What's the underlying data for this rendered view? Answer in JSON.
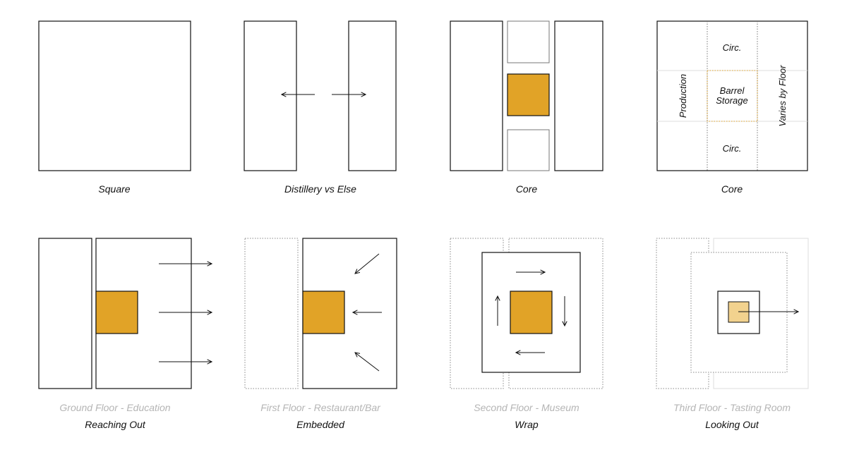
{
  "colors": {
    "accent": "#E1A327",
    "accent_light": "#F2D28E",
    "line": "#111111",
    "muted": "#B5B5B5"
  },
  "top_row": {
    "square": {
      "caption": "Square"
    },
    "split": {
      "caption": "Distillery vs Else"
    },
    "core": {
      "caption": "Core"
    },
    "core_plan": {
      "caption": "Core",
      "circ_top": "Circ.",
      "circ_bottom": "Circ.",
      "barrel_line1": "Barrel",
      "barrel_line2": "Storage",
      "production": "Production",
      "varies": "Varies by Floor"
    }
  },
  "bottom_row": {
    "ground": {
      "floor": "Ground Floor - Education",
      "caption": "Reaching Out"
    },
    "first": {
      "floor": "First Floor - Restaurant/Bar",
      "caption": "Embedded"
    },
    "second": {
      "floor": "Second Floor - Museum",
      "caption": "Wrap"
    },
    "third": {
      "floor": "Third Floor - Tasting Room",
      "caption": "Looking Out"
    }
  }
}
